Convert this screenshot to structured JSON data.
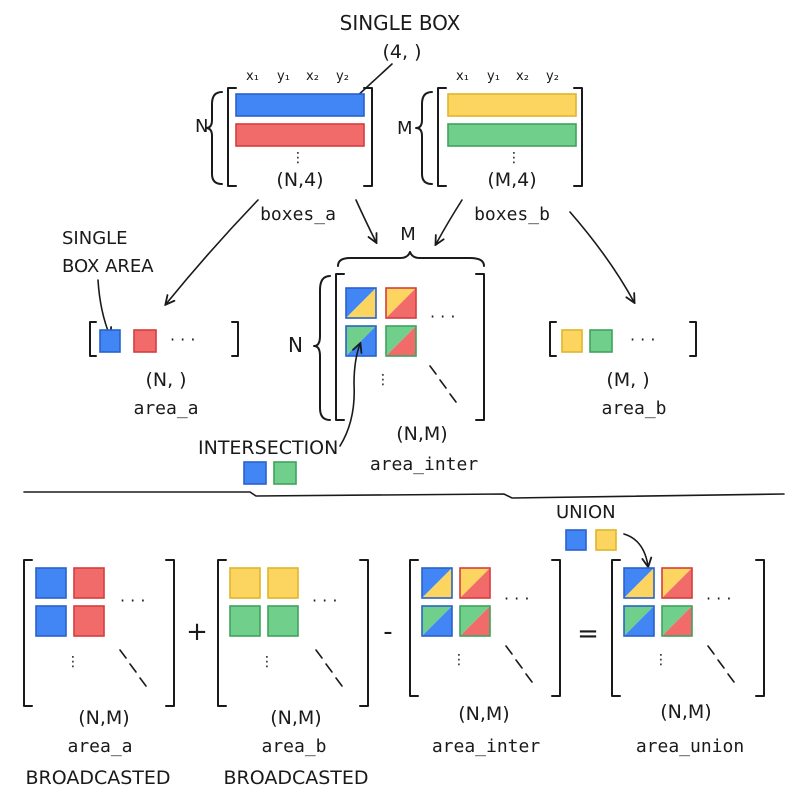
{
  "colors": {
    "blue": "#4285f4",
    "red": "#f26b6b",
    "yellow": "#fbd560",
    "green": "#71cf8c",
    "ink": "#1a1a1a",
    "blue_stroke": "#2a62c9",
    "red_stroke": "#d63d3d",
    "yellow_stroke": "#e0b62a",
    "green_stroke": "#3fa35c"
  },
  "top": {
    "single_box_label": "SINGLE BOX",
    "single_box_shape": "(4, )",
    "coords": [
      "x₁",
      "y₁",
      "x₂",
      "y₂"
    ],
    "boxes_a": {
      "dim": "N",
      "shape": "(N,4)",
      "name": "boxes_a"
    },
    "boxes_b": {
      "dim": "M",
      "shape": "(M,4)",
      "name": "boxes_b"
    }
  },
  "middle": {
    "single_box_area_line1": "SINGLE",
    "single_box_area_line2": "BOX AREA",
    "area_a": {
      "shape": "(N, )",
      "name": "area_a"
    },
    "area_b": {
      "shape": "(M, )",
      "name": "area_b"
    },
    "area_inter": {
      "rows": "N",
      "cols": "M",
      "shape": "(N,M)",
      "name": "area_inter"
    },
    "intersection_label": "INTERSECTION"
  },
  "bottom": {
    "union_label": "UNION",
    "plus": "+",
    "minus": "-",
    "equals": "=",
    "matrices": [
      {
        "shape": "(N,M)",
        "name": "area_a",
        "note": "BROADCASTED"
      },
      {
        "shape": "(N,M)",
        "name": "area_b",
        "note": "BROADCASTED"
      },
      {
        "shape": "(N,M)",
        "name": "area_inter",
        "note": ""
      },
      {
        "shape": "(N,M)",
        "name": "area_union",
        "note": ""
      }
    ]
  }
}
